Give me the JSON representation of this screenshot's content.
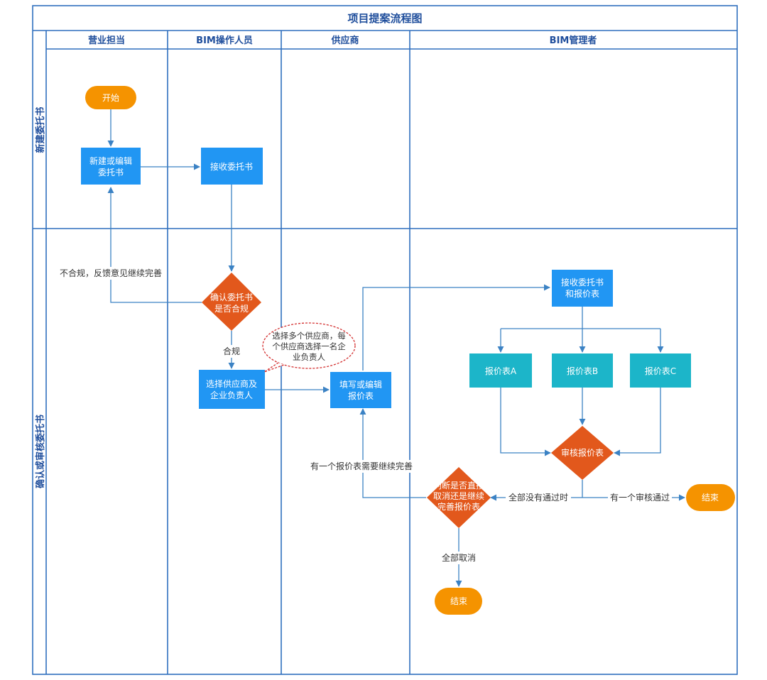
{
  "title": "项目提案流程图",
  "lanes": [
    {
      "id": "sales",
      "label": "营业担当"
    },
    {
      "id": "bim_op",
      "label": "BIM操作人员"
    },
    {
      "id": "supplier",
      "label": "供应商"
    },
    {
      "id": "bim_mgr",
      "label": "BIM管理者"
    }
  ],
  "phases": [
    {
      "id": "new",
      "label": "新建委托书"
    },
    {
      "id": "review",
      "label": "确认或审核委托书"
    }
  ],
  "nodes": {
    "start": {
      "text": "开始"
    },
    "create": {
      "lines": [
        "新建或编辑",
        "委托书"
      ]
    },
    "receive1": {
      "text": "接收委托书"
    },
    "check": {
      "lines": [
        "确认委托书",
        "是否合规"
      ]
    },
    "select": {
      "lines": [
        "选择供应商及",
        "企业负责人"
      ]
    },
    "fill": {
      "lines": [
        "填写或编辑",
        "报价表"
      ]
    },
    "receive2": {
      "lines": [
        "接收委托书",
        "和报价表"
      ]
    },
    "quoteA": {
      "text": "报价表A"
    },
    "quoteB": {
      "text": "报价表B"
    },
    "quoteC": {
      "text": "报价表C"
    },
    "audit": {
      "text": "审核报价表"
    },
    "judge": {
      "lines": [
        "判断是否直接",
        "取消还是继续",
        "完善报价表"
      ]
    },
    "end1": {
      "text": "结束"
    },
    "end2": {
      "text": "结束"
    }
  },
  "note": {
    "lines": [
      "选择多个供应商，每",
      "个供应商选择一名企",
      "业负责人"
    ]
  },
  "edge_labels": {
    "noncompliant": "不合规，反馈意见继续完善",
    "compliant": "合规",
    "one_needs_fix": "有一个报价表需要继续完善",
    "none_passed": "全部没有通过时",
    "one_passed": "有一个审核通过",
    "cancel_all": "全部取消"
  },
  "colors": {
    "frame": "#2f6fbe",
    "process": "#2196f3",
    "quote": "#1cb5c9",
    "decision": "#e2581c",
    "terminal": "#f59300",
    "arrow": "#3b82c4",
    "note_border": "#d32f2f"
  }
}
